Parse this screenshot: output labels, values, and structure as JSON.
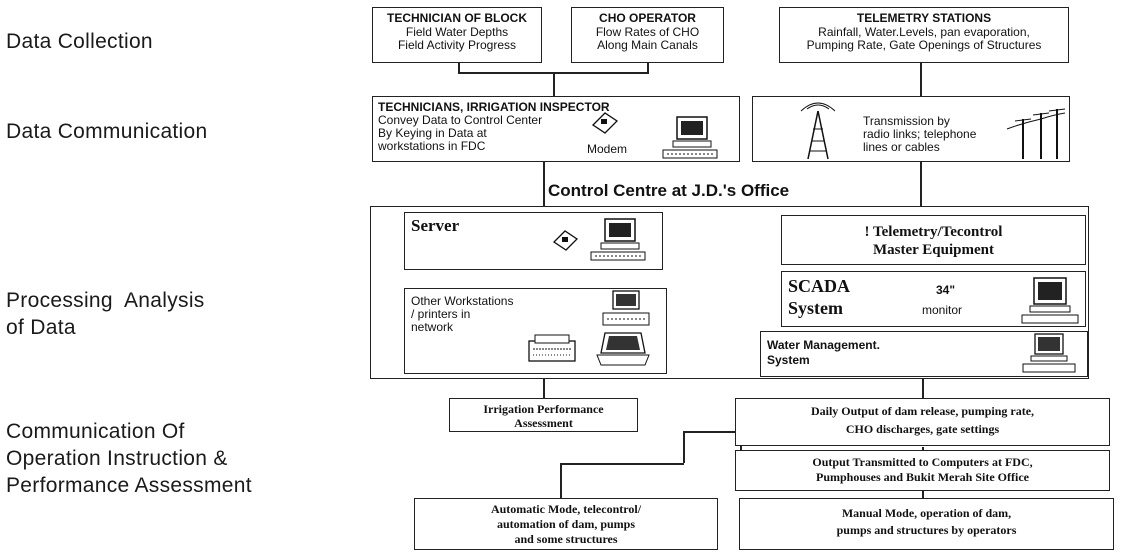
{
  "stages": {
    "collection": "Data Collection",
    "communication": "Data Communication",
    "processing": "Processing  Analysis\nof Data",
    "instruction": "Communication Of\nOperation Instruction &\nPerformance Assessment"
  },
  "collection": {
    "technician": {
      "title": "TECHNICIAN OF BLOCK",
      "line1": "Field Water Depths",
      "line2": "Field Activity Progress"
    },
    "cho": {
      "title": "CHO OPERATOR",
      "line1": "Flow Rates of CHO",
      "line2": "Along Main Canals"
    },
    "telemetry": {
      "title": "TELEMETRY STATIONS",
      "line1": "Rainfall, Water.Levels, pan evaporation,",
      "line2": "Pumping Rate, Gate Openings of Structures"
    }
  },
  "communication": {
    "inspector": {
      "title": "TECHNICIANS, IRRIGATION INSPECTOR",
      "line1": "Convey Data to Control Center",
      "line2": "By Keying in Data at",
      "line3": "workstations in FDC",
      "modem": "Modem"
    },
    "transmission": {
      "line1": "Transmission by",
      "line2": "radio links; telephone",
      "line3": "lines or cables"
    }
  },
  "control_centre": {
    "title": "Control Centre at J.D.'s Office",
    "server": "Server",
    "telemetry_master": {
      "line1": "! Telemetry/Tecontrol",
      "line2": "Master Equipment"
    },
    "scada": {
      "line1": "SCADA",
      "line2": "System",
      "monitor_size": "34\"",
      "monitor": "monitor"
    },
    "workstations": {
      "line1": "Other Workstations",
      "line2": "/ printers in",
      "line3": "network"
    },
    "water_mgmt": {
      "line1": "Water Management.",
      "line2": "System"
    }
  },
  "outputs": {
    "irrigation": {
      "line1": "Irrigation Performance",
      "line2": "Assessment"
    },
    "daily": {
      "line1": "Daily Output of dam release, pumping rate,",
      "line2": "CHO discharges, gate settings"
    },
    "transmitted": {
      "line1": "Output Transmitted to Computers at FDC,",
      "line2": "Pumphouses and Bukit Merah Site Office"
    },
    "automatic": {
      "line1": "Automatic Mode, telecontrol/",
      "line2": "automation of dam, pumps",
      "line3": "and some structures"
    },
    "manual": {
      "line1": "Manual Mode, operation of dam,",
      "line2": "pumps and structures by operators"
    }
  },
  "icons": [
    "modem-icon",
    "computer-icon",
    "radio-tower-icon",
    "telephone-pole-icon",
    "printer-icon",
    "laptop-icon"
  ]
}
